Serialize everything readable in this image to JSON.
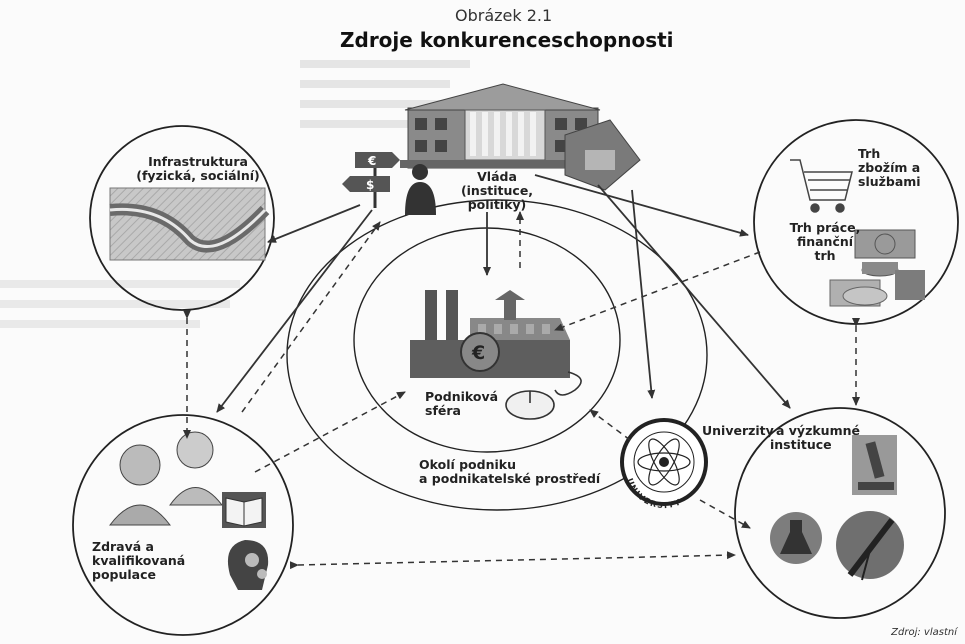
{
  "figure": {
    "number": "Obrázek 2.1",
    "title": "Zdroje konkurenceschopnosti",
    "source": "Zdroj: vlastní"
  },
  "nodes": {
    "government": [
      "Vláda",
      "(instituce,",
      "politiky)"
    ],
    "infrastructure": [
      "Infrastruktura",
      "(fyzická, sociální)"
    ],
    "goods_market": [
      "Trh",
      "zbožím a",
      "službami"
    ],
    "labour_market": [
      "Trh práce,",
      "finanční",
      "trh"
    ],
    "business": [
      "Podniková",
      "sféra"
    ],
    "environment": [
      "Okolí podniku",
      "a podnikatelské prostředí"
    ],
    "university": [
      "Univerzity",
      "a výzkumné",
      "instituce"
    ],
    "population": [
      "Zdravá a",
      "kvalifikovaná",
      "populace"
    ],
    "university_seal_text": "UNIVERSITY"
  },
  "icons": {
    "euro_sign": "€",
    "dollar_sign": "$",
    "coin_euro": "€"
  }
}
